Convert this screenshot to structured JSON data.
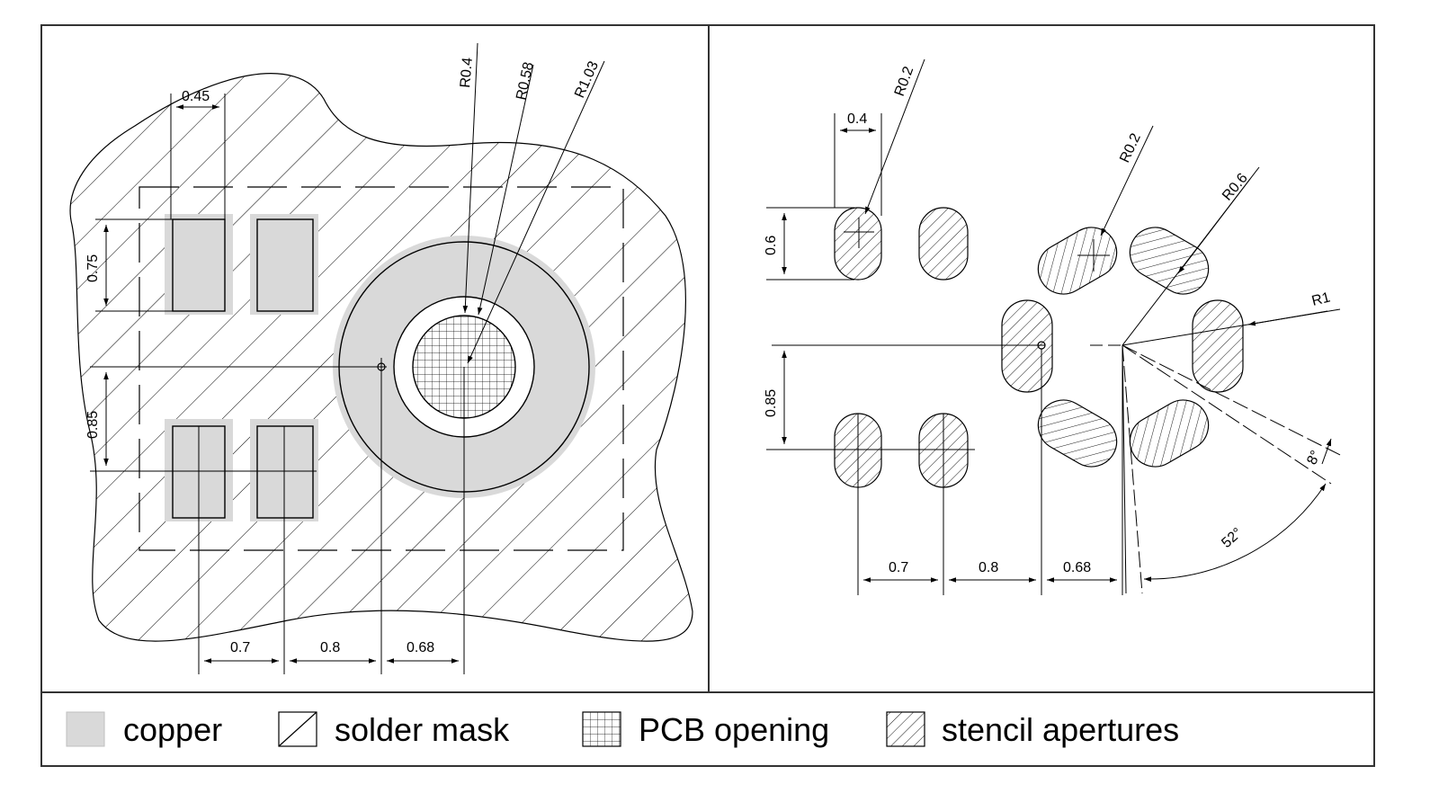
{
  "legend": {
    "copper": "copper",
    "solder_mask": "solder mask",
    "pcb_opening": "PCB opening",
    "stencil_apertures": "stencil apertures"
  },
  "left_panel": {
    "dim_pad_width": "0.45",
    "dim_pad_height": "0.75",
    "dim_row_pitch": "0.85",
    "dim_radius_inner": "R0.4",
    "dim_radius_mid": "R0.58",
    "dim_radius_outer": "R1.03",
    "dim_bottom_1": "0.7",
    "dim_bottom_2": "0.8",
    "dim_bottom_3": "0.68"
  },
  "right_panel": {
    "dim_aperture_width": "0.4",
    "dim_aperture_height": "0.6",
    "dim_row_pitch": "0.85",
    "dim_corner_radius": "R0.2",
    "dim_kidney_corner": "R0.2",
    "dim_kidney_radius": "R0.6",
    "dim_outer_radius": "R1",
    "dim_angle_small": "8°",
    "dim_angle_large": "52°",
    "dim_bottom_1": "0.7",
    "dim_bottom_2": "0.8",
    "dim_bottom_3": "0.68"
  },
  "colors": {
    "copper_fill": "#d9d9d9",
    "line": "#000000"
  }
}
